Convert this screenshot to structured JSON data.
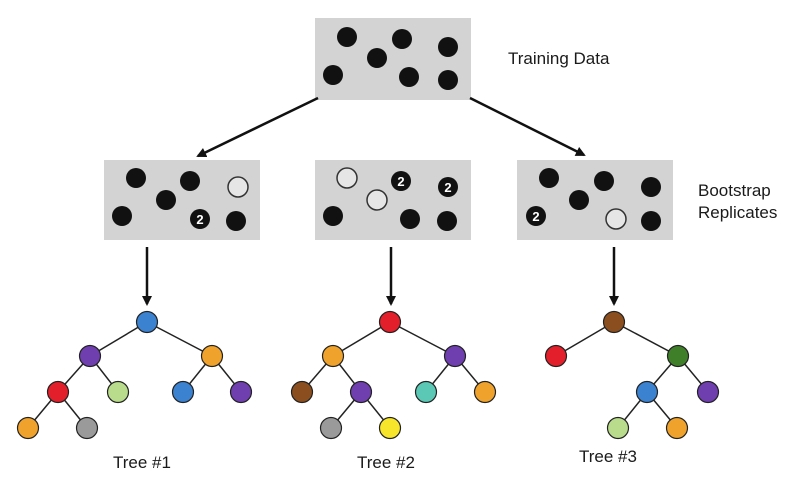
{
  "labels": {
    "training": "Training Data",
    "bootstrap": "Bootstrap\nReplicates",
    "tree1": "Tree #1",
    "tree2": "Tree #2",
    "tree3": "Tree #3"
  },
  "colors": {
    "box_fill": "#d3d3d3",
    "dot_fill": "#111111",
    "hollow_fill": "#e6e6e6",
    "hollow_stroke": "#333333",
    "arrow": "#111111",
    "edge": "#222222",
    "blue": "#3b82d0",
    "purple": "#6f3fb0",
    "orange": "#f0a32c",
    "red": "#e21f2a",
    "light_green": "#b9dc8c",
    "gray": "#9a9a9a",
    "brown": "#8b4f1f",
    "teal": "#5ac8b4",
    "yellow": "#f6e52a",
    "dark_green": "#3f7f2a"
  },
  "replicate_count_badge": "2",
  "trees": [
    {
      "name": "tree-1",
      "nodes": [
        "blue",
        "purple",
        "orange",
        "red",
        "light_green",
        "blue",
        "purple",
        "orange",
        "gray"
      ]
    },
    {
      "name": "tree-2",
      "nodes": [
        "red",
        "orange",
        "purple",
        "brown",
        "purple",
        "teal",
        "orange",
        "gray",
        "yellow"
      ]
    },
    {
      "name": "tree-3",
      "nodes": [
        "brown",
        "red",
        "dark_green",
        "blue",
        "purple",
        "light_green",
        "orange"
      ]
    }
  ]
}
